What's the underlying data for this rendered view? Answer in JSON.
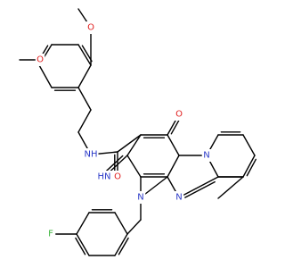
{
  "structure": {
    "colors": {
      "bond": "#000000",
      "carbon": "#000000",
      "nitrogen": "#2b3ac8",
      "oxygen": "#e01e1e",
      "fluorine": "#3fb63f"
    },
    "atom_labels": {
      "methoxy_o_top": "O",
      "methoxy_o_left": "O",
      "amide_nh": "NH",
      "amide_o": "O",
      "ketone_o": "O",
      "imine_nh": "HN",
      "ring_n_bridge": "N",
      "ring_n_bottom": "N",
      "ring_n_right": "N",
      "fluorine": "F"
    }
  }
}
